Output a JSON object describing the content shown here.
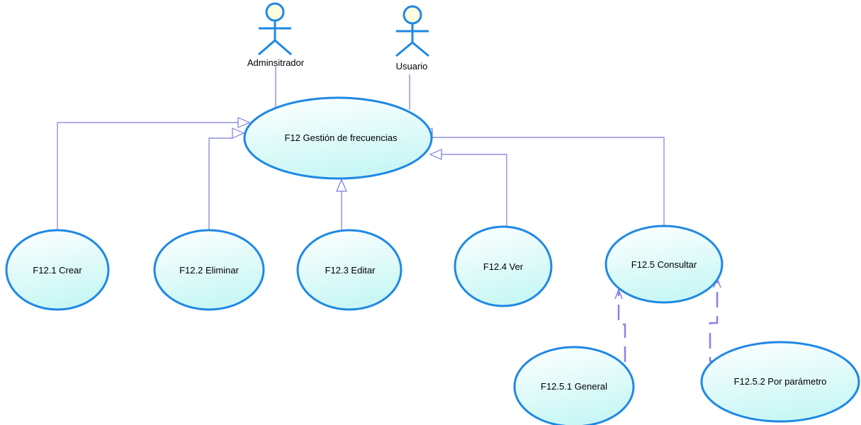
{
  "actors": [
    {
      "id": "admin",
      "label": "Adminsitrador"
    },
    {
      "id": "user",
      "label": "Usuario"
    }
  ],
  "use_cases": [
    {
      "id": "uc12",
      "label": "F12 Gestión de frecuencias"
    },
    {
      "id": "uc121",
      "label": "F12.1 Crear"
    },
    {
      "id": "uc122",
      "label": "F12.2 Eliminar"
    },
    {
      "id": "uc123",
      "label": "F12.3 Editar"
    },
    {
      "id": "uc124",
      "label": "F12.4 Ver"
    },
    {
      "id": "uc125",
      "label": "F12.5 Consultar"
    },
    {
      "id": "uc1251",
      "label": "F12.5.1 General"
    },
    {
      "id": "uc1252",
      "label": "F12.5.2 Por parámetro"
    }
  ],
  "relations": [
    {
      "type": "association",
      "from": "admin",
      "to": "uc12"
    },
    {
      "type": "association",
      "from": "user",
      "to": "uc12"
    },
    {
      "type": "generalization",
      "from": "uc121",
      "to": "uc12"
    },
    {
      "type": "generalization",
      "from": "uc122",
      "to": "uc12"
    },
    {
      "type": "generalization",
      "from": "uc123",
      "to": "uc12"
    },
    {
      "type": "generalization",
      "from": "uc124",
      "to": "uc12"
    },
    {
      "type": "generalization",
      "from": "uc125",
      "to": "uc12"
    },
    {
      "type": "dependency",
      "from": "uc1251",
      "to": "uc125"
    },
    {
      "type": "dependency",
      "from": "uc1252",
      "to": "uc125"
    }
  ],
  "colors": {
    "ellipse_fill_top": "#ffffff",
    "ellipse_fill_bottom": "#c9f7f5",
    "ellipse_stroke": "#1e88e5",
    "actor_stroke": "#1e88e5",
    "actor_head_fill": "#fffde0",
    "connector": "#7b7bdc"
  }
}
